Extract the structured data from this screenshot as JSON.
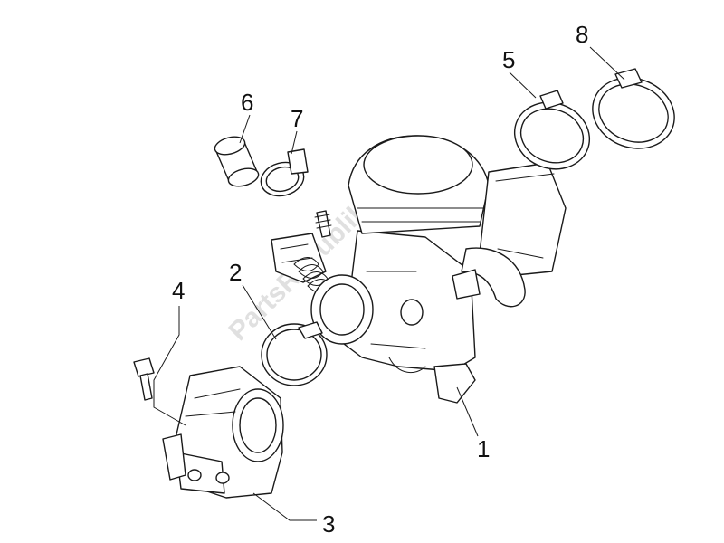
{
  "watermark": "PartsRepublik",
  "callouts": [
    {
      "id": "1",
      "label": "1"
    },
    {
      "id": "2",
      "label": "2"
    },
    {
      "id": "3",
      "label": "3"
    },
    {
      "id": "4",
      "label": "4"
    },
    {
      "id": "5",
      "label": "5"
    },
    {
      "id": "6",
      "label": "6"
    },
    {
      "id": "7",
      "label": "7"
    },
    {
      "id": "8",
      "label": "8"
    }
  ],
  "colors": {
    "line": "#1a1a1a",
    "watermark": "#c8c8c8",
    "background": "#ffffff"
  }
}
